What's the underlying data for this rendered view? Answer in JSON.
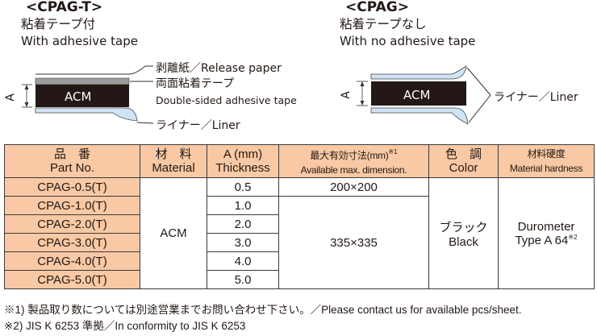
{
  "left": {
    "title": "<CPAG-T>",
    "subtitle": "粘着テープ付",
    "english": "With adhesive tape",
    "dim_letter": "A",
    "core": "ACM",
    "labels": {
      "release": "剥離紙／Release paper",
      "tape_jp": "両面粘着テープ",
      "tape_en": "Double-sided adhesive tape",
      "liner": "ライナー／Liner"
    }
  },
  "right": {
    "title": "<CPAG>",
    "subtitle": "粘着テープなし",
    "english": "With no adhesive tape",
    "dim_letter": "A",
    "core": "ACM",
    "labels": {
      "liner": "ライナー／Liner"
    }
  },
  "table": {
    "headers": [
      {
        "jp": "品　番",
        "en": "Part No."
      },
      {
        "jp": "材　料",
        "en": "Material"
      },
      {
        "jp": "A (mm)",
        "en": "Thickness"
      },
      {
        "jp": "最大有効寸法(mm)",
        "jp_sup": "※1",
        "en": "Available max. dimension."
      },
      {
        "jp": "色　調",
        "en": "Color"
      },
      {
        "jp": "材料硬度",
        "en": "Material hardness"
      }
    ],
    "parts": [
      "CPAG-0.5(T)",
      "CPAG-1.0(T)",
      "CPAG-2.0(T)",
      "CPAG-3.0(T)",
      "CPAG-4.0(T)",
      "CPAG-5.0(T)"
    ],
    "thickness": [
      "0.5",
      "1.0",
      "2.0",
      "3.0",
      "4.0",
      "5.0"
    ],
    "material": "ACM",
    "dim_first": "200×200",
    "dim_rest": "335×335",
    "color_jp": "ブラック",
    "color_en": "Black",
    "hardness_1": "Durometer",
    "hardness_2": "Type A 64",
    "hardness_sup": "※2"
  },
  "notes": {
    "n1": "※1) 製品取り数については別途営業までお問い合わせ下さい。／Please contact us for available pcs/sheet.",
    "n2": "※2) JIS K 6253 準拠／In conformity to JIS K 6253"
  }
}
